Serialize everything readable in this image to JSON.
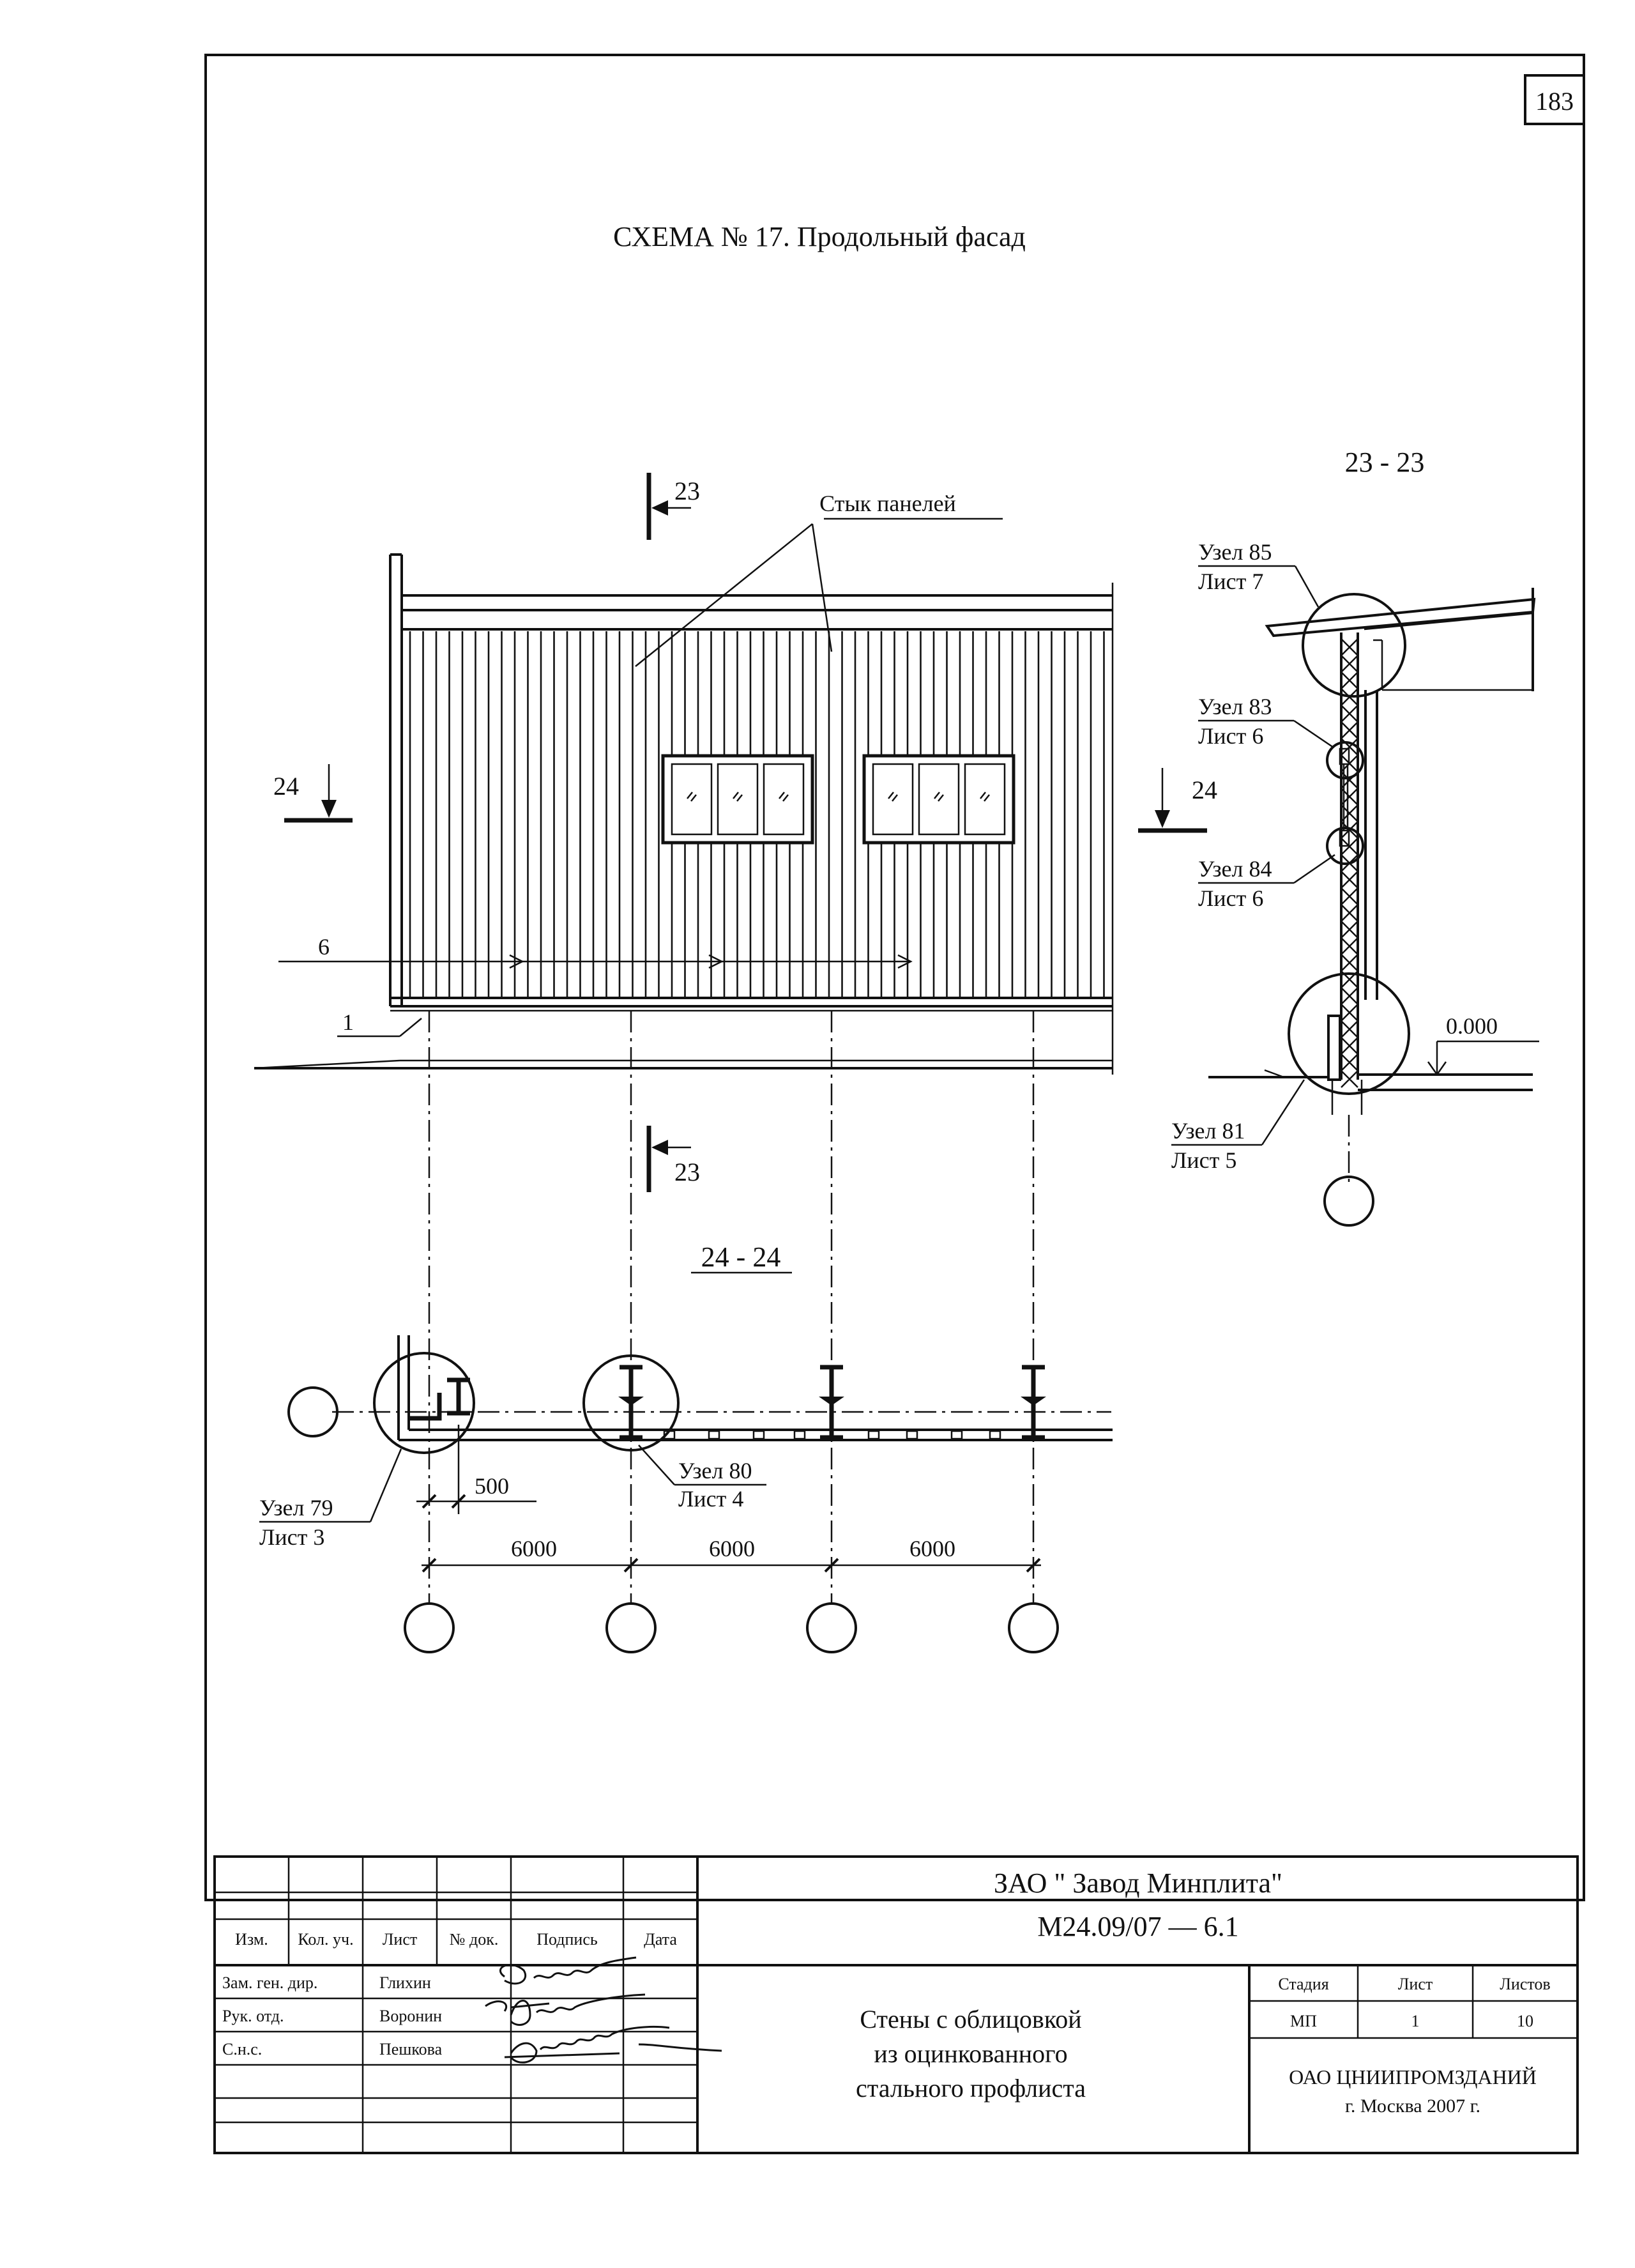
{
  "page_number": "183",
  "title": "СХЕМА № 17. Продольный фасад",
  "facade": {
    "panel_joint_label": "Стык панелей",
    "section_23": "23",
    "section_24": "24",
    "label_6": "6",
    "label_1": "1"
  },
  "section_23_23": {
    "title": "23 - 23",
    "nodes": [
      {
        "uzel": "Узел 85",
        "list": "Лист 7"
      },
      {
        "uzel": "Узел 83",
        "list": "Лист 6"
      },
      {
        "uzel": "Узел 84",
        "list": "Лист 6"
      },
      {
        "uzel": "Узел 81",
        "list": "Лист 5"
      }
    ],
    "level": "0.000"
  },
  "section_24_24": {
    "title": "24 - 24",
    "node_79": {
      "uzel": "Узел 79",
      "list": "Лист 3"
    },
    "node_80": {
      "uzel": "Узел 80",
      "list": "Лист 4"
    },
    "dim_offset": "500",
    "spans": [
      "6000",
      "6000",
      "6000"
    ]
  },
  "title_block": {
    "company": "ЗАО \" Завод Минплита\"",
    "code": "М24.09/07 — 6.1",
    "headers": [
      "Изм.",
      "Кол. уч.",
      "Лист",
      "№ док.",
      "Подпись",
      "Дата"
    ],
    "rows": [
      {
        "role": "Зам. ген. дир.",
        "name": "Глихин"
      },
      {
        "role": "Рук. отд.",
        "name": "Воронин"
      },
      {
        "role": "С.н.с.",
        "name": "Пешкова"
      }
    ],
    "description": [
      "Стены с облицовкой",
      "из оцинкованного",
      "стального профлиста"
    ],
    "stage_headers": [
      "Стадия",
      "Лист",
      "Листов"
    ],
    "stage_values": [
      "МП",
      "1",
      "10"
    ],
    "organization": "ОАО ЦНИИПРОМЗДАНИЙ",
    "city_year": "г. Москва 2007 г."
  }
}
